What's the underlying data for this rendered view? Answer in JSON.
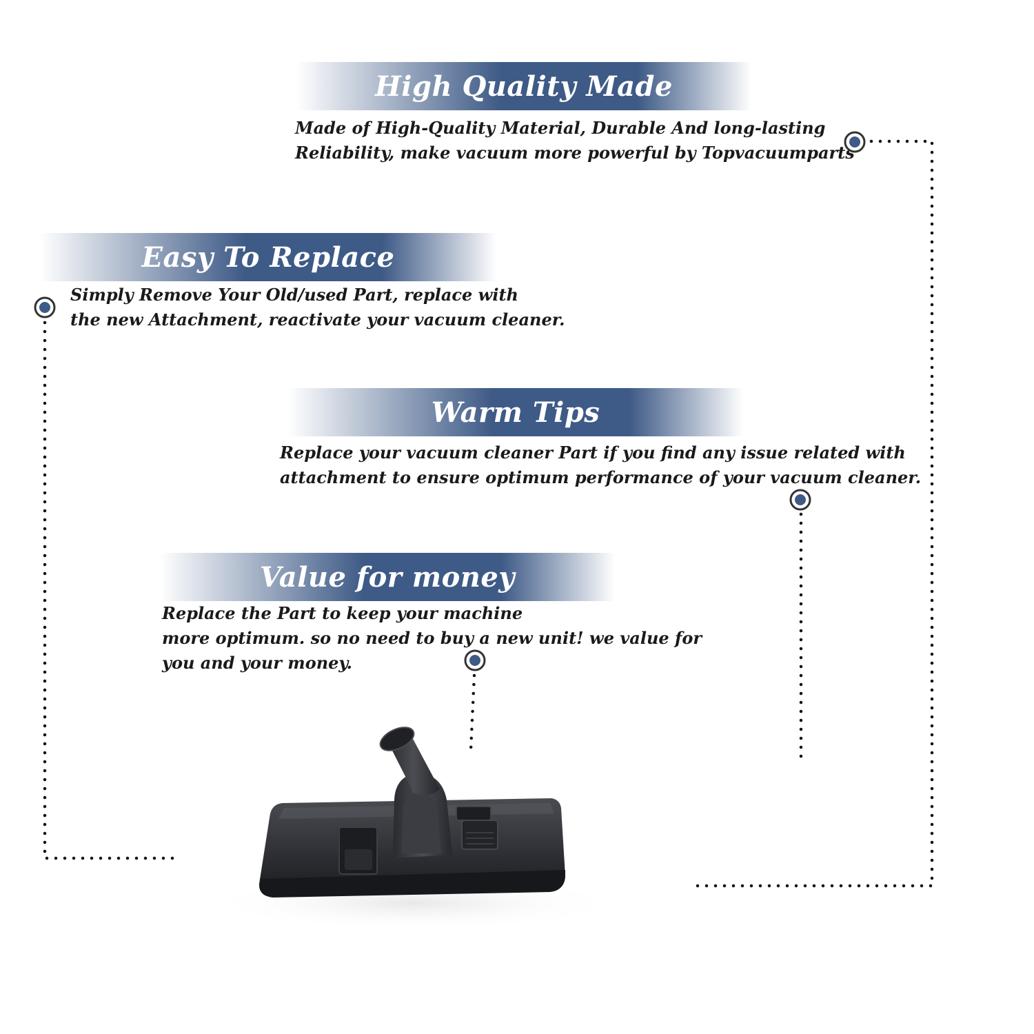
{
  "accent_color": "#3e5a86",
  "sections": [
    {
      "title": "High Quality Made",
      "lines": [
        "Made of  High-Quality Material, Durable And long-lasting",
        "Reliability, make vacuum more powerful by Topvacuumparts"
      ]
    },
    {
      "title": "Easy To Replace",
      "lines": [
        "Simply Remove Your Old/used Part, replace with",
        "the new Attachment, reactivate your vacuum cleaner."
      ]
    },
    {
      "title": "Warm Tips",
      "lines": [
        "Replace your vacuum cleaner Part if you find any issue related with",
        " attachment to ensure optimum performance of your vacuum cleaner."
      ]
    },
    {
      "title": "Value for money",
      "lines": [
        "Replace the Part to keep your machine",
        "more optimum. so no need to buy a new unit! we value for",
        "you and your money."
      ]
    }
  ],
  "product": {
    "icon": "vacuum-floor-nozzle"
  }
}
